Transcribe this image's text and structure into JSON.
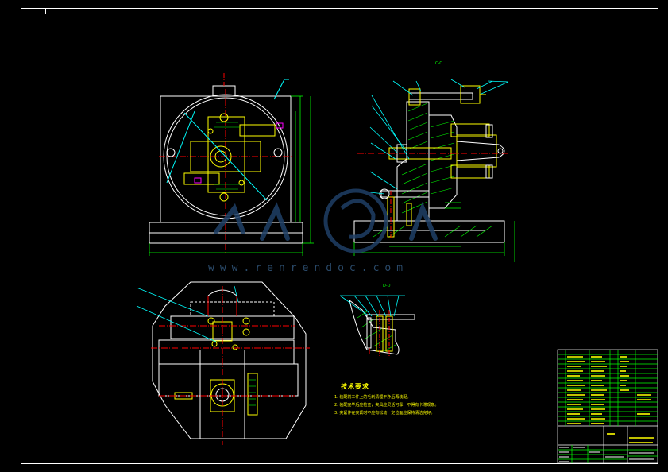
{
  "watermark": {
    "url": "www.renrendoc.com"
  },
  "section_labels": {
    "c_c": "C-C",
    "d_d": "D-D"
  },
  "tech_notes": {
    "title": "技术要求",
    "lines": [
      "1. 装配前工件上的毛刺清理干净后再装配。",
      "2. 装配完毕后应检查，夹具应灵活可靠，不得有卡滞现象。",
      "3. 夹紧件在夹紧时不应有松动，定位面应保持清洁完好。"
    ]
  },
  "colors": {
    "outline": "#ffffff",
    "dimension": "#00ff00",
    "hatch": "#00ff00",
    "bolt": "#ffff00",
    "center": "#ff0000",
    "leader": "#00ffff",
    "watermark": "#2f5f8f"
  }
}
